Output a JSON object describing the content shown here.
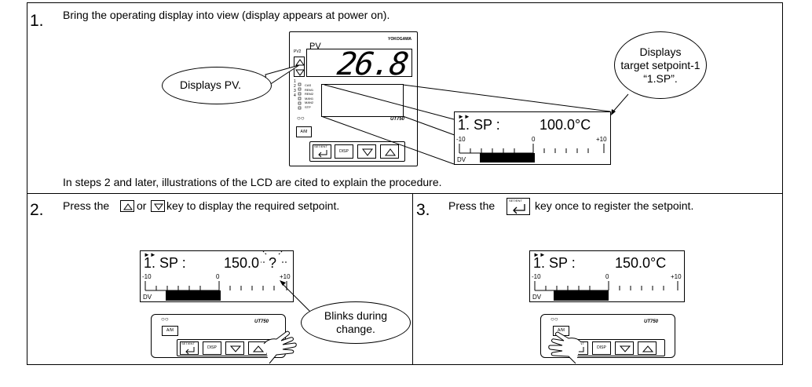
{
  "step1": {
    "number": "1.",
    "instruction": "Bring the operating display into view (display appears at power on).",
    "callout_pv": "Displays PV.",
    "callout_sp_line1": "Displays",
    "callout_sp_line2": "target setpoint-1",
    "callout_sp_line3": "“1.SP”.",
    "controller": {
      "pv_label": "PV",
      "pv_value": "26.8",
      "brand": "YOKOGAWA",
      "model": "UT750",
      "lamps": [
        "CAS",
        "REM1",
        "REM2",
        "MAN1",
        "MAN2",
        "STP"
      ],
      "lamp_numbers": [
        "1",
        "2",
        "3",
        "4"
      ],
      "am_key": "A/M",
      "set_ent_key": "SET/ENT",
      "disp_key": "DISP"
    },
    "lcd": {
      "arrows": "►►",
      "label": "1. SP :",
      "value": "100.0°C",
      "scale_min": "-10",
      "scale_mid": "0",
      "scale_max": "+10",
      "dv": "DV"
    },
    "note": "In steps 2 and later, illustrations of the LCD are cited to explain the procedure."
  },
  "step2": {
    "number": "2.",
    "instruction_a": "Press the",
    "instruction_b": "or",
    "instruction_c": "key to display the required setpoint.",
    "lcd": {
      "arrows": "►►",
      "label": "1. SP :",
      "value": "150.0",
      "blink_char": "?",
      "scale_min": "-10",
      "scale_mid": "0",
      "scale_max": "+10",
      "dv": "DV"
    },
    "callout_line1": "Blinks during",
    "callout_line2": "change.",
    "panel": {
      "model": "UT750",
      "am_key": "A/M",
      "set_ent_key": "SET/ENT",
      "disp_key": "DISP"
    }
  },
  "step3": {
    "number": "3.",
    "instruction_a": "Press the",
    "instruction_b": "key once to register the setpoint.",
    "key_label": "SET/ENT",
    "lcd": {
      "arrows": "►►",
      "label": "1. SP :",
      "value": "150.0°C",
      "scale_min": "-10",
      "scale_mid": "0",
      "scale_max": "+10",
      "dv": "DV"
    },
    "panel": {
      "model": "UT750",
      "am_key": "A/M",
      "set_ent_key": "SET/ENT",
      "disp_key": "DISP"
    }
  }
}
